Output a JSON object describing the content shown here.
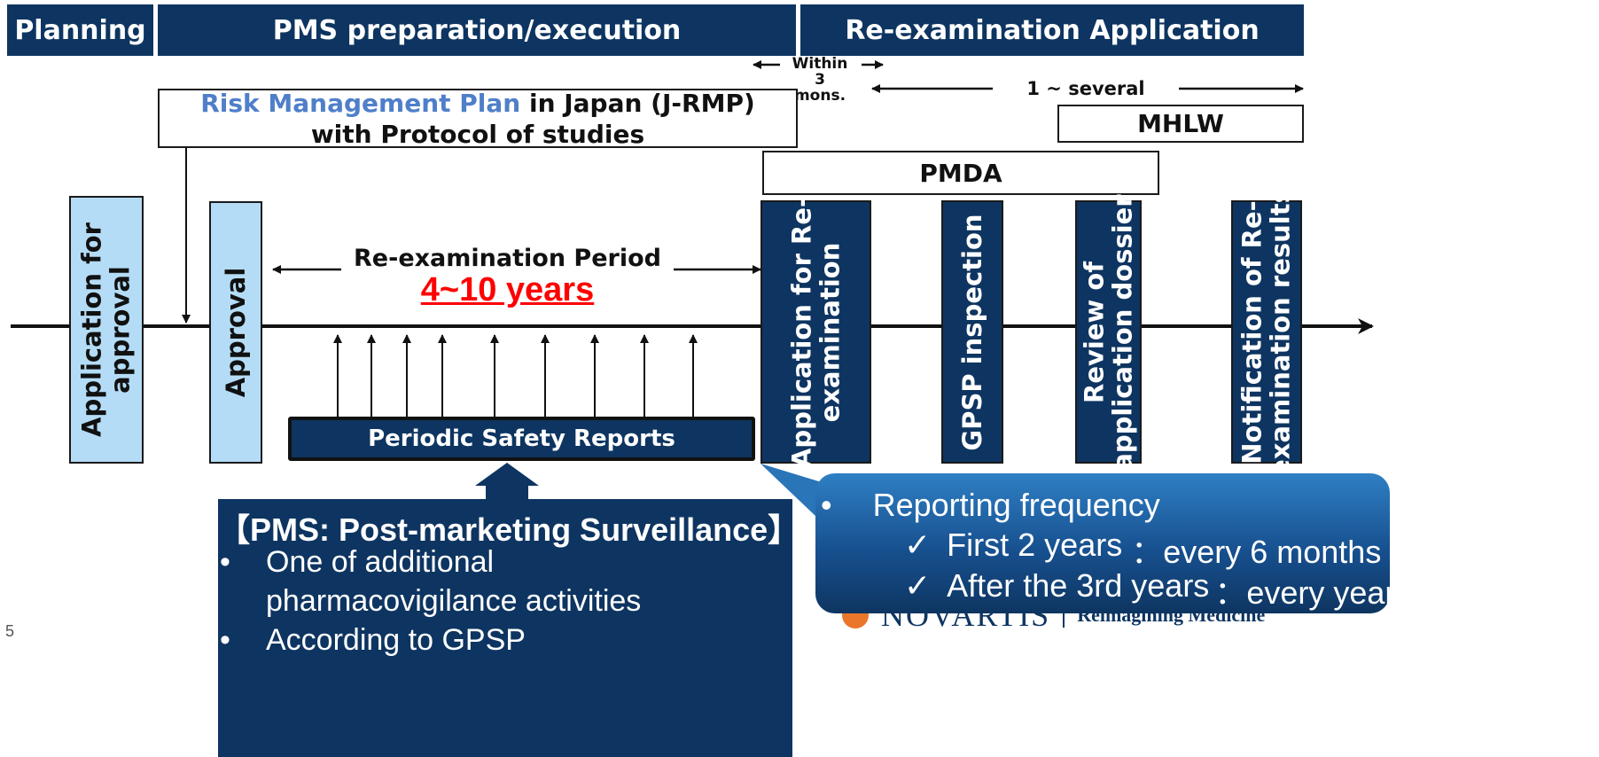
{
  "header": {
    "planning": "Planning",
    "pms": "PMS preparation/execution",
    "reexam": "Re-examination Application"
  },
  "rmp": {
    "highlight": "Risk Management Plan",
    "rest": " in Japan (J-RMP)",
    "line2": "with Protocol of studies"
  },
  "within": {
    "line1": "Within",
    "line2": "3 mons."
  },
  "several_years": "1 ~ several years",
  "mhlw": "MHLW",
  "pmda": "PMDA",
  "steps": {
    "application_for_approval": [
      "Application for",
      "approval"
    ],
    "approval": "Approval",
    "application_reexam": [
      "Application for Re-",
      "examination"
    ],
    "gpsp": "GPSP inspection",
    "review": [
      "Review of",
      "application dossier"
    ],
    "notification": [
      "Notification of Re-",
      "examination results"
    ]
  },
  "reexam_period": {
    "label": "Re-examination Period",
    "value": "4~10 years"
  },
  "periodic_safety_reports": "Periodic Safety Reports",
  "pms_box": {
    "title": "【PMS: Post-marketing Surveillance】",
    "bullets": [
      "One of additional",
      "pharmacovigilance activities",
      "According to GPSP"
    ]
  },
  "callout": {
    "title": "Reporting frequency",
    "items": [
      {
        "period": "First 2 years",
        "freq": "：every 6 months"
      },
      {
        "period": "After the 3rd years",
        "freq": "：every year"
      }
    ]
  },
  "footer": {
    "page_number": "5",
    "brand": "NOVARTIS",
    "tagline": "Reimagining Medicine"
  },
  "colors": {
    "navy": "#0e3561",
    "light_blue": "#b4dcf7",
    "rmp_blue": "#4f7fc9",
    "red": "#ff0000"
  },
  "icons": {
    "check": "check-icon",
    "bullet": "bullet-icon"
  }
}
